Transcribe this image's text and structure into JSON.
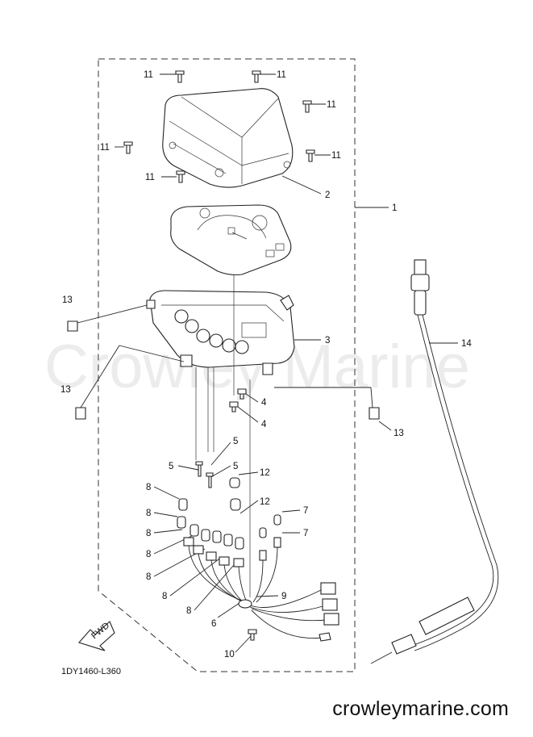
{
  "watermark": "Crowley Marine",
  "footer_url": "crowleymarine.com",
  "diagram_code": "1DY1460-L360",
  "fwd_label": "FWD",
  "callouts": {
    "c11a": "11",
    "c11b": "11",
    "c11c": "11",
    "c11d": "11",
    "c11e": "11",
    "c11f": "11",
    "c2": "2",
    "c1": "1",
    "c3": "3",
    "c13a": "13",
    "c13b": "13",
    "c13c": "13",
    "c14": "14",
    "c4a": "4",
    "c4b": "4",
    "c5a": "5",
    "c5b": "5",
    "c5c": "5",
    "c12a": "12",
    "c12b": "12",
    "c8a": "8",
    "c8b": "8",
    "c8c": "8",
    "c8d": "8",
    "c8e": "8",
    "c8f": "8",
    "c8g": "8",
    "c7a": "7",
    "c7b": "7",
    "c9": "9",
    "c6": "6",
    "c10": "10"
  }
}
